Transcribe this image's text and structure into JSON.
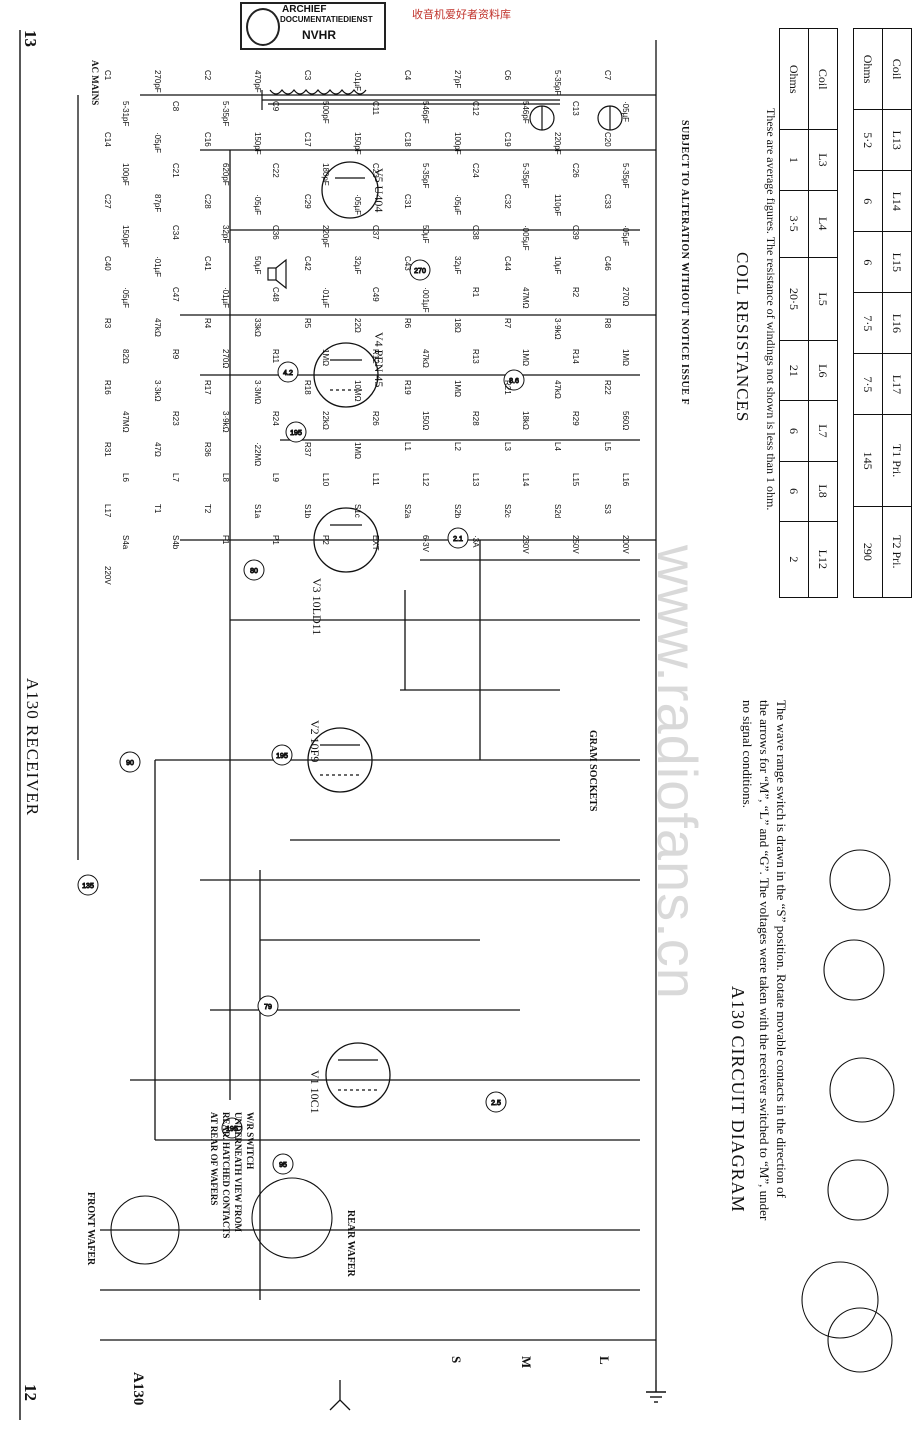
{
  "header": {
    "page_left": "12",
    "page_right": "13",
    "title": "A130 RECEIVER"
  },
  "stamp": {
    "line1": "ARCHIEF",
    "line2": "DOCUMENTATIEDIENST",
    "line3": "NVHR"
  },
  "source_mark": "收音机爱好者资料库",
  "watermark": "www.radiofans.cn",
  "model_label": "A130",
  "front_wafer": "FRONT WAFER",
  "switch_note": [
    "W/R SWITCH",
    "UNDERNEATH VIEW FROM",
    "REAR. HATCHED CONTACTS",
    "AT REAR OF WAFERS"
  ],
  "rear_wafer": "REAR WAFER",
  "gram_sockets": "GRAM SOCKETS",
  "notice": "SUBJECT TO ALTERATION WITHOUT NOTICE   ISSUE F",
  "band_labels": [
    "S",
    "M",
    "L"
  ],
  "ac_mains": "AC MAINS",
  "circuit": {
    "title": "A130 CIRCUIT DIAGRAM",
    "notes": [
      "The wave range switch is drawn in the “S” position.   Rotate movable contacts in the direction of",
      "the arrows for “M”, “L” and “G”.   The voltages were taken with the receiver switched to “M”, under",
      "no signal conditions."
    ]
  },
  "valves": [
    {
      "ref": "V1",
      "type": "10C1"
    },
    {
      "ref": "V2",
      "type": "10F9"
    },
    {
      "ref": "V3",
      "type": "10LD11"
    },
    {
      "ref": "V4",
      "type": "PEN 45"
    },
    {
      "ref": "V5",
      "type": "U404"
    }
  ],
  "components": [
    "C1",
    "270pF",
    "C2",
    "470pF",
    "C3",
    "·01µF",
    "C4",
    "27pF",
    "C6",
    "5-35pF",
    "C7",
    "5-31pF",
    "C8",
    "5-35pF",
    "C9",
    "500pF",
    "C11",
    "546pF",
    "C12",
    "546pF",
    "C13",
    "·05µF",
    "C14",
    "·05µF",
    "C16",
    "150pF",
    "C17",
    "150pF",
    "C18",
    "100pF",
    "C19",
    "220pF",
    "C20",
    "100pF",
    "C21",
    "620pF",
    "C22",
    "180pF",
    "C23",
    "5-35pF",
    "C24",
    "5-35pF",
    "C26",
    "5-35pF",
    "C27",
    "87pF",
    "C28",
    "·05µF",
    "C29",
    "·05µF",
    "C31",
    "·05µF",
    "C32",
    "110pF",
    "C33",
    "150pF",
    "C34",
    "32pF",
    "C36",
    "220pF",
    "C37",
    "50µF",
    "C38",
    "·005µF",
    "C39",
    "·05µF",
    "C40",
    "·01µF",
    "C41",
    "50µF",
    "C42",
    "32µF",
    "C43",
    "32µF",
    "C44",
    "10µF",
    "C46",
    "·05µF",
    "C47",
    "·01µF",
    "C48",
    "·01µF",
    "C49",
    "·001µF",
    "R1",
    "47MΩ",
    "R2",
    "270Ω",
    "R3",
    "47kΩ",
    "R4",
    "33kΩ",
    "R5",
    "22Ω",
    "R6",
    "18Ω",
    "R7",
    "3·9kΩ",
    "R8",
    "82Ω",
    "R9",
    "270Ω",
    "R11",
    "1MΩ",
    "R12",
    "47kΩ",
    "R13",
    "1MΩ",
    "R14",
    "1MΩ",
    "R16",
    "3·3kΩ",
    "R17",
    "3·3MΩ",
    "R18",
    "10MΩ",
    "R19",
    "1MΩ",
    "R21",
    "47kΩ",
    "R22",
    "47MΩ",
    "R23",
    "3·9kΩ",
    "R24",
    "22kΩ",
    "R26",
    "150Ω",
    "R28",
    "18kΩ",
    "R29",
    "560Ω",
    "R31",
    "47Ω",
    "R36",
    "·22MΩ",
    "R37",
    "1MΩ",
    "L1",
    "L2",
    "L3",
    "L4",
    "L5",
    "L6",
    "L7",
    "L8",
    "L9",
    "L10",
    "L11",
    "L12",
    "L13",
    "L14",
    "L15",
    "L16",
    "L17",
    "T1",
    "T2",
    "S1a",
    "S1b",
    "S1c",
    "S2a",
    "S2b",
    "S2c",
    "S2d",
    "S3",
    "S4a",
    "S4b",
    "F1",
    "P1",
    "P2",
    "EXT",
    "6·3V",
    "·3A",
    "230V",
    "250V",
    "200V",
    "220V"
  ],
  "voltages": [
    "135",
    "90",
    "195",
    "79",
    "2.5",
    "195",
    "95",
    "2.1",
    "80",
    "195",
    "4.2",
    "8.6",
    "270"
  ],
  "coil_resistances": {
    "title": "COIL RESISTANCES",
    "note": "These are average figures.   The resistance of windings not shown is less than 1 ohm.",
    "table1": {
      "headers": [
        "Coil",
        "L3",
        "L4",
        "L5",
        "L6",
        "L7",
        "L8",
        "L12"
      ],
      "values": [
        "Ohms",
        "1",
        "3·5",
        "20·5",
        "21",
        "6",
        "6",
        "2"
      ]
    },
    "table2": {
      "headers": [
        "Coil",
        "L13",
        "L14",
        "L15",
        "L16",
        "L17",
        "T1 Pri.",
        "T2 Pri."
      ],
      "values": [
        "Ohms",
        "5·2",
        "6",
        "6",
        "7·5",
        "7·5",
        "145",
        "290"
      ]
    }
  }
}
